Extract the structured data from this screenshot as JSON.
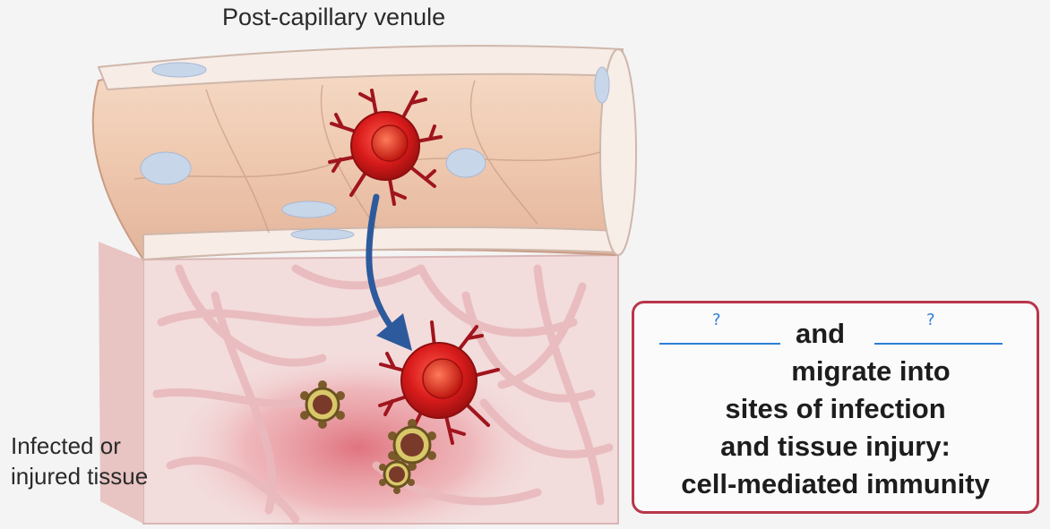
{
  "title": "Post-capillary venule",
  "tissue_label": [
    "Infected or",
    "injured tissue"
  ],
  "callout": {
    "blank_1": "?",
    "and_word": "and",
    "blank_2": "?",
    "lines": [
      "migrate into",
      "sites of infection",
      "and tissue injury:",
      "cell-mediated immunity"
    ]
  },
  "colors": {
    "vessel": "#f0cdb5",
    "tissue": "#f3dcdc",
    "cell_red": "#d11c1c",
    "arrow": "#2d5a9c",
    "callout_border": "#b8374a",
    "blank_ink": "#2d7fd6"
  }
}
